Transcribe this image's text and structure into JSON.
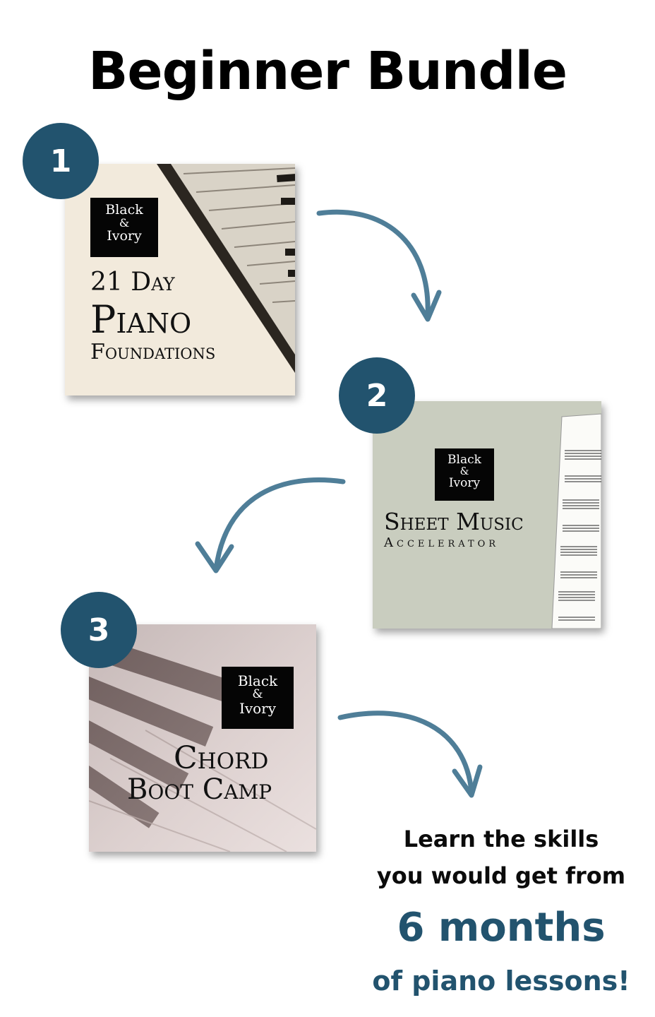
{
  "title": "Beginner Bundle",
  "colors": {
    "badge": "#22536e",
    "arrow": "#4f7e98",
    "accent_text": "#22536e",
    "card1_bg": "#f2eadc",
    "card2_bg": "#c9cdbf",
    "card3_bg": "#e6dcdb"
  },
  "steps": [
    {
      "number": "1",
      "logo": [
        "Black",
        "&",
        "Ivory"
      ],
      "lines": [
        "21 Day",
        "Piano",
        "Foundations"
      ]
    },
    {
      "number": "2",
      "logo": [
        "Black",
        "&",
        "Ivory"
      ],
      "lines": [
        "Sheet Music",
        "Accelerator"
      ]
    },
    {
      "number": "3",
      "logo": [
        "Black",
        "&",
        "Ivory"
      ],
      "lines": [
        "Chord",
        "Boot Camp"
      ]
    }
  ],
  "tagline": {
    "line1": "Learn the skills",
    "line2": "you would get from",
    "highlight": "6 months",
    "line3": "of piano lessons!"
  }
}
